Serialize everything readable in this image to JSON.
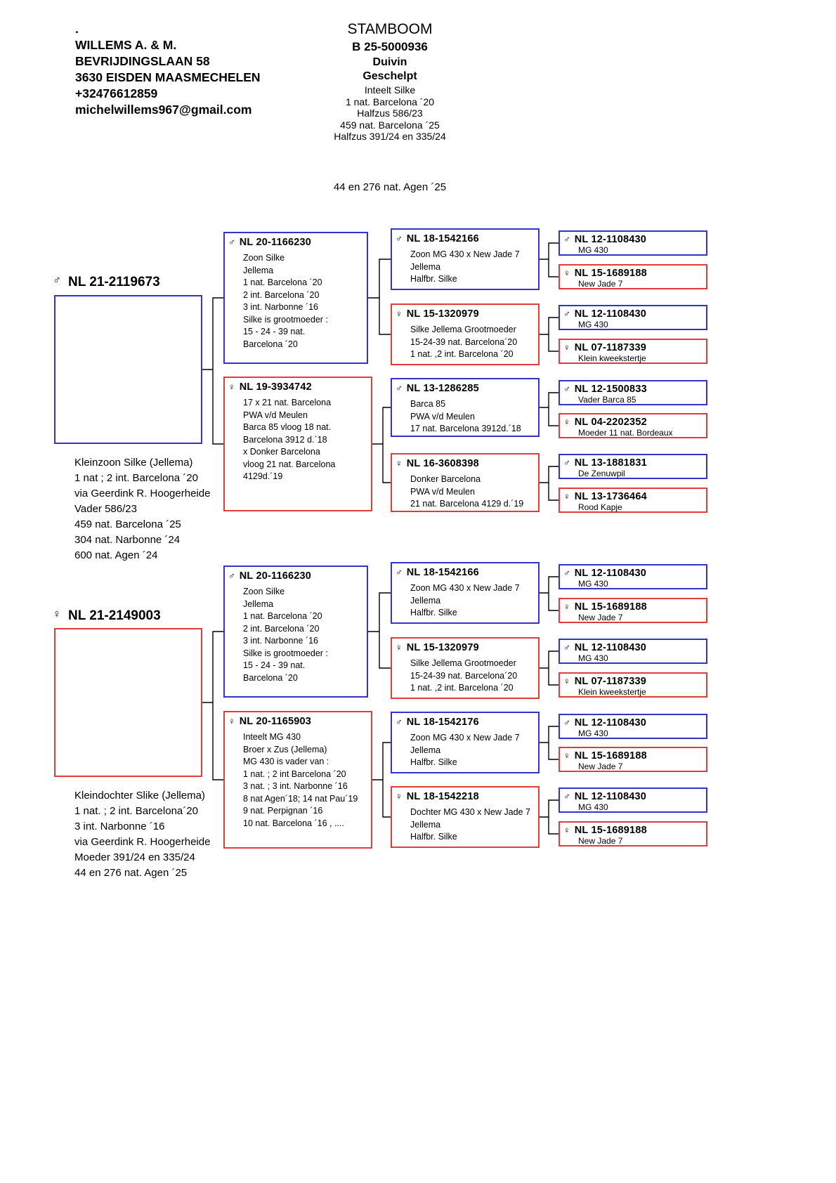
{
  "symbols": {
    "male": "♂",
    "female": "♀"
  },
  "colors": {
    "male_border": "#3434c8",
    "female_border": "#e23b3b",
    "line": "#000000"
  },
  "header": {
    "dot": ".",
    "breeder": {
      "name": "WILLEMS A. & M.",
      "address1": "BEVRIJDINGSLAAN 58",
      "address2": "3630 EISDEN MAASMECHELEN",
      "phone": "+32476612859",
      "email": "michelwillems967@gmail.com"
    },
    "title": "STAMBOOM",
    "ring": "B 25-5000936",
    "sex": "Duivin",
    "color": "Geschelpt",
    "notes": [
      "Inteelt Silke",
      "1 nat. Barcelona ´20",
      "Halfzus 586/23",
      "459 nat. Barcelona ´25",
      "Halfzus 391/24 en 335/24"
    ],
    "agen_note": "44 en 276 nat. Agen ´25"
  },
  "sire": {
    "gen1": {
      "ring": "NL 21-2119673",
      "notes": [
        "Kleinzoon Silke (Jellema)",
        "1 nat ; 2 int. Barcelona ´20",
        "via Geerdink R. Hoogerheide",
        "Vader 586/23",
        "459 nat. Barcelona ´25",
        "304 nat. Narbonne ´24",
        "600 nat. Agen ´24"
      ]
    },
    "gen2": [
      {
        "ring": "NL 20-1166230",
        "lines": [
          "Zoon Silke",
          "Jellema",
          "1 nat. Barcelona ´20",
          "2 int. Barcelona ´20",
          "3 int. Narbonne ´16",
          "Silke is grootmoeder :",
          "15 - 24 - 39 nat.",
          "Barcelona ´20"
        ]
      },
      {
        "ring": "NL 19-3934742",
        "lines": [
          "17 x 21 nat. Barcelona",
          "PWA v/d Meulen",
          "Barca 85 vloog 18 nat.",
          "Barcelona 3912 d.´18",
          "x Donker Barcelona",
          "vloog 21 nat. Barcelona",
          "4129d.´19"
        ]
      }
    ],
    "gen3": [
      {
        "ring": "NL 18-1542166",
        "lines": [
          "Zoon MG 430 x New Jade 7",
          "Jellema",
          "Halfbr. Silke"
        ]
      },
      {
        "ring": "NL 15-1320979",
        "lines": [
          "Silke Jellema Grootmoeder",
          "15-24-39 nat. Barcelona´20",
          "1 nat. ,2 int. Barcelona ´20"
        ]
      },
      {
        "ring": "NL 13-1286285",
        "lines": [
          "Barca 85",
          "PWA v/d Meulen",
          "17 nat. Barcelona 3912d.´18"
        ]
      },
      {
        "ring": "NL 16-3608398",
        "lines": [
          "Donker Barcelona",
          "PWA v/d Meulen",
          "21 nat. Barcelona 4129 d.´19"
        ]
      }
    ],
    "gen4": [
      {
        "ring": "NL 12-1108430",
        "name": "MG 430"
      },
      {
        "ring": "NL 15-1689188",
        "name": "New Jade 7"
      },
      {
        "ring": "NL 12-1108430",
        "name": "MG 430"
      },
      {
        "ring": "NL 07-1187339",
        "name": "Klein kweekstertje"
      },
      {
        "ring": "NL 12-1500833",
        "name": "Vader Barca 85"
      },
      {
        "ring": "NL 04-2202352",
        "name": "Moeder 11 nat. Bordeaux"
      },
      {
        "ring": "NL 13-1881831",
        "name": "De Zenuwpil"
      },
      {
        "ring": "NL 13-1736464",
        "name": "Rood Kapje"
      }
    ]
  },
  "dam": {
    "gen1": {
      "ring": "NL 21-2149003",
      "notes": [
        "Kleindochter Slike (Jellema)",
        "1 nat. ; 2 int. Barcelona´20",
        "3 int. Narbonne ´16",
        "via Geerdink R. Hoogerheide",
        "Moeder 391/24 en 335/24",
        "44 en 276 nat. Agen ´25"
      ]
    },
    "gen2": [
      {
        "ring": "NL 20-1166230",
        "lines": [
          "Zoon Silke",
          "Jellema",
          "1 nat. Barcelona ´20",
          "2 int. Barcelona ´20",
          "3 int. Narbonne ´16",
          "Silke is grootmoeder :",
          "15 - 24 - 39 nat.",
          "Barcelona ´20"
        ]
      },
      {
        "ring": "NL 20-1165903",
        "lines": [
          "Inteelt MG 430",
          "Broer x Zus (Jellema)",
          "MG 430 is vader van :",
          "1 nat. ; 2 int Barcelona ´20",
          "3 nat. ; 3 int. Narbonne ´16",
          "8 nat Agen´18; 14 nat Pau´19",
          "9 nat. Perpignan ´16",
          "10 nat. Barcelona ´16 , ...."
        ]
      }
    ],
    "gen3": [
      {
        "ring": "NL 18-1542166",
        "lines": [
          "Zoon MG 430 x New Jade 7",
          "Jellema",
          "Halfbr. Silke"
        ]
      },
      {
        "ring": "NL 15-1320979",
        "lines": [
          "Silke Jellema Grootmoeder",
          "15-24-39 nat. Barcelona´20",
          "1 nat. ,2 int. Barcelona ´20"
        ]
      },
      {
        "ring": "NL 18-1542176",
        "lines": [
          "Zoon MG 430 x New Jade 7",
          "Jellema",
          "Halfbr. Silke"
        ]
      },
      {
        "ring": "NL 18-1542218",
        "lines": [
          "Dochter MG 430 x New Jade 7",
          "Jellema",
          "Halfbr. Silke"
        ]
      }
    ],
    "gen4": [
      {
        "ring": "NL 12-1108430",
        "name": "MG 430"
      },
      {
        "ring": "NL 15-1689188",
        "name": "New Jade 7"
      },
      {
        "ring": "NL 12-1108430",
        "name": "MG 430"
      },
      {
        "ring": "NL 07-1187339",
        "name": "Klein kweekstertje"
      },
      {
        "ring": "NL 12-1108430",
        "name": "MG 430"
      },
      {
        "ring": "NL 15-1689188",
        "name": "New Jade 7"
      },
      {
        "ring": "NL 12-1108430",
        "name": "MG 430"
      },
      {
        "ring": "NL 15-1689188",
        "name": "New Jade 7"
      }
    ]
  }
}
